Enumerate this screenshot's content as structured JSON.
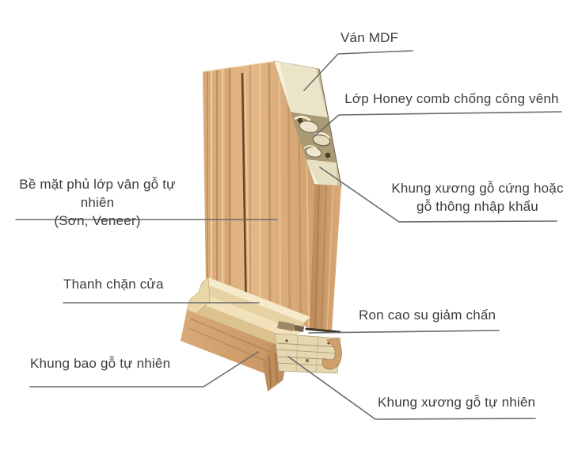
{
  "diagram": {
    "description": "Cross-section diagram of an MDF honeycomb door leaf with frame",
    "background_color": "#ffffff",
    "text_color": "#3d3d3d",
    "leader_line_color": "#6b6b6b",
    "labels": {
      "van_mdf": {
        "text": "Ván MDF"
      },
      "honeycomb": {
        "text": "Lớp Honey comb chống công vênh"
      },
      "hard_frame": {
        "line1": "Khung xương gỗ cứng hoặc",
        "line2": "gỗ thông nhập khẩu"
      },
      "surface": {
        "line1": "Bề mặt phủ lớp vân gỗ tự nhiên",
        "line2": "(Sơn, Veneer)"
      },
      "door_stop": {
        "text": "Thanh chặn cửa"
      },
      "rubber_seal": {
        "text": "Ron cao su giảm chấn"
      },
      "door_frame": {
        "text": "Khung bao gỗ tự nhiên"
      },
      "natural_frame": {
        "text": "Khung xương gỗ tự nhiên"
      }
    },
    "palette": {
      "wood_face": "#ddae7d",
      "wood_side": "#cf9e6e",
      "cut_cream": "#e9e1c6",
      "honeycomb_core": "#ab9a76",
      "sill_light": "#f4e9c8",
      "frame_wood": "#d2a271",
      "plywood": "#e5d8b1"
    }
  }
}
